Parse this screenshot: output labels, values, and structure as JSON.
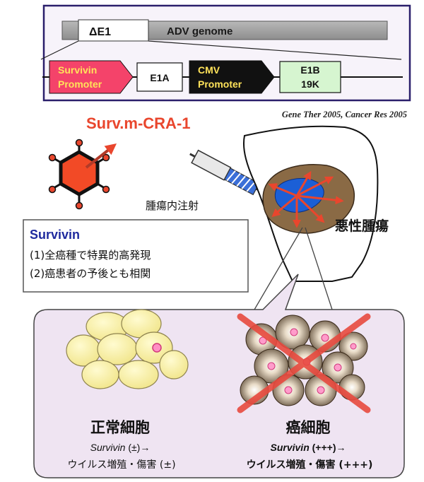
{
  "construct": {
    "delta_e1": "ΔE1",
    "genome_label": "ADV genome",
    "survivin_promoter_line1": "Survivin",
    "survivin_promoter_line2": "Promoter",
    "e1a": "E1A",
    "cmv_promoter_line1": "CMV",
    "cmv_promoter_line2": "Promoter",
    "e1b_line1": "E1B",
    "e1b_line2": "19K"
  },
  "citation": "Gene Ther 2005, Cancer Res 2005",
  "virus_name": "Surv.m-CRA-1",
  "injection_label": "腫瘍内注射",
  "tumor_label": "悪性腫瘍",
  "survivin_box": {
    "title": "Survivin",
    "line1": "(1)全癌種で特異的高発現",
    "line2": "(2)癌患者の予後とも相関"
  },
  "normal_cell": {
    "title": "正常細胞",
    "line1_italic": "Survivin",
    "line1_rest": " (±)→",
    "line2": "ウイルス増殖・傷害 (±)"
  },
  "cancer_cell": {
    "title": "癌細胞",
    "line1_italic": "Survivin",
    "line1_rest": " (+++)→",
    "line2": "ウイルス増殖・傷害 (+++)"
  },
  "colors": {
    "survivin_promoter": "#f4436a",
    "cmv_promoter": "#111111",
    "e1b_fill": "#d6f5d0",
    "frame_border": "#2a1f6b",
    "virus_name": "#e9462d",
    "survivin_title": "#1f2a9e",
    "tumor_fill": "#8a6a45",
    "tumor_core": "#1b5fd6",
    "bottom_panel": "#efe4f2",
    "cross": "#e84a3f"
  }
}
